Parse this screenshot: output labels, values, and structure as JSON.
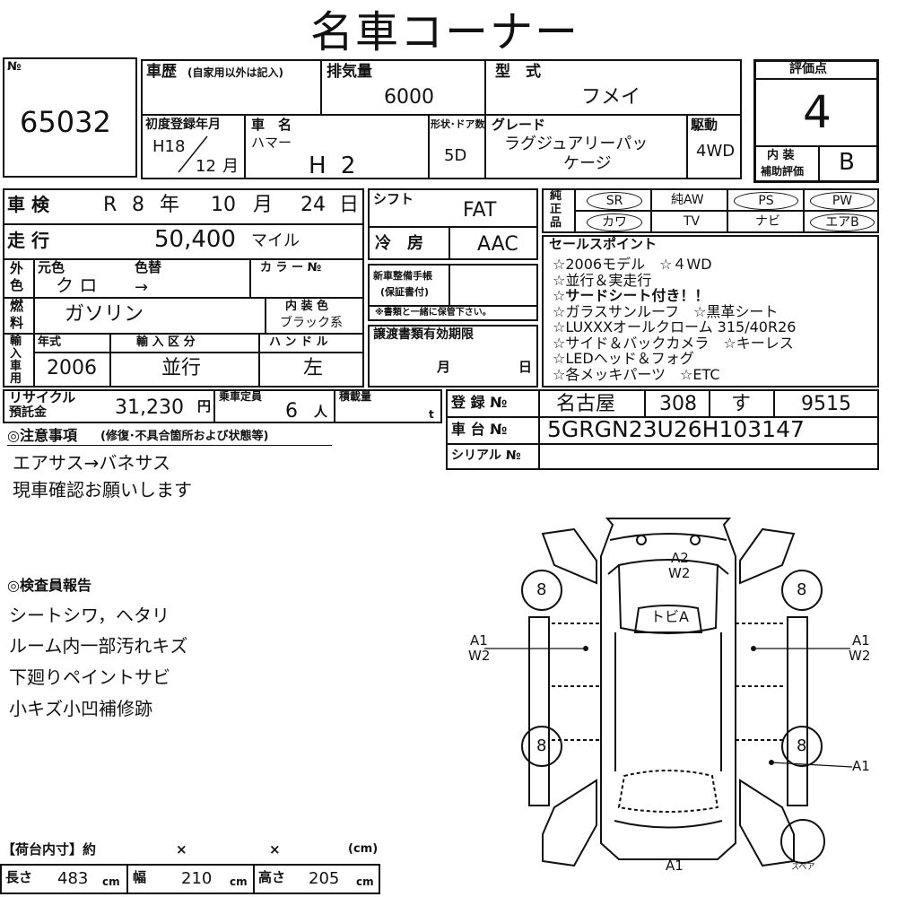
{
  "title": "名車コーナー",
  "lot": {
    "label": "№",
    "number": "65032"
  },
  "history": {
    "label": "車歴",
    "note": "(自家用以外は記入)"
  },
  "displacement": {
    "label": "排気量",
    "value": "6000"
  },
  "model": {
    "label": "型　式",
    "value": "フメイ"
  },
  "score": {
    "label": "評価点",
    "value": "4",
    "interior_label_1": "内 装",
    "interior_label_2": "補助評価",
    "interior_value": "B"
  },
  "first_reg": {
    "label": "初度登録年月",
    "year": "H18",
    "month": "12",
    "month_unit": "月"
  },
  "car_name": {
    "label": "車　名",
    "maker": "ハマー",
    "name": "H 2"
  },
  "body": {
    "label": "形状･ドア数",
    "value": "5D"
  },
  "grade": {
    "label": "グレード",
    "value_1": "ラグジュアリーパッ",
    "value_2": "ケージ"
  },
  "drive": {
    "label": "駆動",
    "value": "4WD"
  },
  "inspection": {
    "label": "車 検",
    "era": "R",
    "year": "8",
    "year_unit": "年",
    "month": "10",
    "month_unit": "月",
    "day": "24",
    "day_unit": "日"
  },
  "shift": {
    "label": "シフト",
    "value": "FAT"
  },
  "mileage": {
    "label": "走 行",
    "value": "50,400",
    "unit": "マイル"
  },
  "aircon": {
    "label": "冷　房",
    "value": "AAC"
  },
  "color": {
    "side_1": "外",
    "side_2": "色",
    "orig_label": "元色",
    "change_label": "色替",
    "code_label": "カ ラ ー №",
    "orig_value": "ク ロ",
    "change_value": "→"
  },
  "manual": {
    "label_1": "新車整備手帳",
    "label_2": "(保証書付)",
    "note": "※書類と一緒に保管下さい。"
  },
  "fuel": {
    "side_1": "燃",
    "side_2": "料",
    "value": "ガソリン",
    "interior_label": "内 装 色",
    "interior_value": "ブラック系"
  },
  "transfer": {
    "label": "譲渡書類有効期限",
    "month_unit": "月",
    "day_unit": "日"
  },
  "import": {
    "side": [
      "輸",
      "入",
      "車",
      "用"
    ],
    "year_label": "年式",
    "year_value": "2006",
    "cat_label": "輸 入 区 分",
    "cat_value": "並行",
    "handle_label": "ハ ン ド ル",
    "handle_value": "左"
  },
  "recycle": {
    "label_1": "リサイクル",
    "label_2": "預託金",
    "value": "31,230",
    "unit": "円"
  },
  "capacity": {
    "label": "乗車定員",
    "value": "6",
    "unit": "人"
  },
  "load": {
    "label": "積載量",
    "unit": "t"
  },
  "registration": {
    "label": "登 録 №",
    "area": "名古屋",
    "class": "308",
    "kana": "す",
    "number": "9515"
  },
  "chassis": {
    "label": "車 台 №",
    "value": "5GRGN23U26H103147"
  },
  "serial": {
    "label": "シリアル №"
  },
  "equipment": {
    "side": [
      "純",
      "正",
      "品"
    ],
    "row1": [
      "SR",
      "純AW",
      "PS",
      "PW"
    ],
    "row2": [
      "カワ",
      "TV",
      "ナビ",
      "エアB"
    ]
  },
  "sales_points": {
    "label": "セールスポイント",
    "lines": [
      "☆2006モデル　☆４WD",
      "☆並行＆実走行",
      "☆サードシート付き！！",
      "☆ガラスサンルーフ　☆黒革シート",
      "☆LUXXXオールクローム 315/40R26",
      "☆サイド＆バックカメラ　☆キーレス",
      "☆LEDヘッド＆フォグ",
      "☆各メッキパーツ　☆ETC"
    ]
  },
  "caution": {
    "label": "◎注意事項",
    "sub": "(修復･不具合箇所および状態等)",
    "lines": [
      "エアサス→バネサス",
      "現車確認お願いします"
    ]
  },
  "inspector": {
    "label": "◎検査員報告",
    "lines": [
      "シートシワ，ヘタリ",
      "ルーム内一部汚れキズ",
      "下廻りペイントサビ",
      "小キズ小凹補修跡"
    ]
  },
  "diagram": {
    "tire": "8",
    "front_mark_1": "A2",
    "front_mark_2": "W2",
    "roof_mark": "トビA",
    "left_mark_1": "A1",
    "left_mark_2": "W2",
    "right_mark_1": "A1",
    "right_mark_2": "W2",
    "rear_right_mark": "A1",
    "rear_mark": "A1",
    "spare": "スペア"
  },
  "cargo": {
    "label": "【荷台内寸】約",
    "x1": "×",
    "x2": "×",
    "unit_label": "(cm)",
    "length_label": "長さ",
    "length_value": "483",
    "length_unit": "cm",
    "width_label": "幅",
    "width_value": "210",
    "width_unit": "cm",
    "height_label": "高さ",
    "height_value": "205",
    "height_unit": "cm"
  }
}
